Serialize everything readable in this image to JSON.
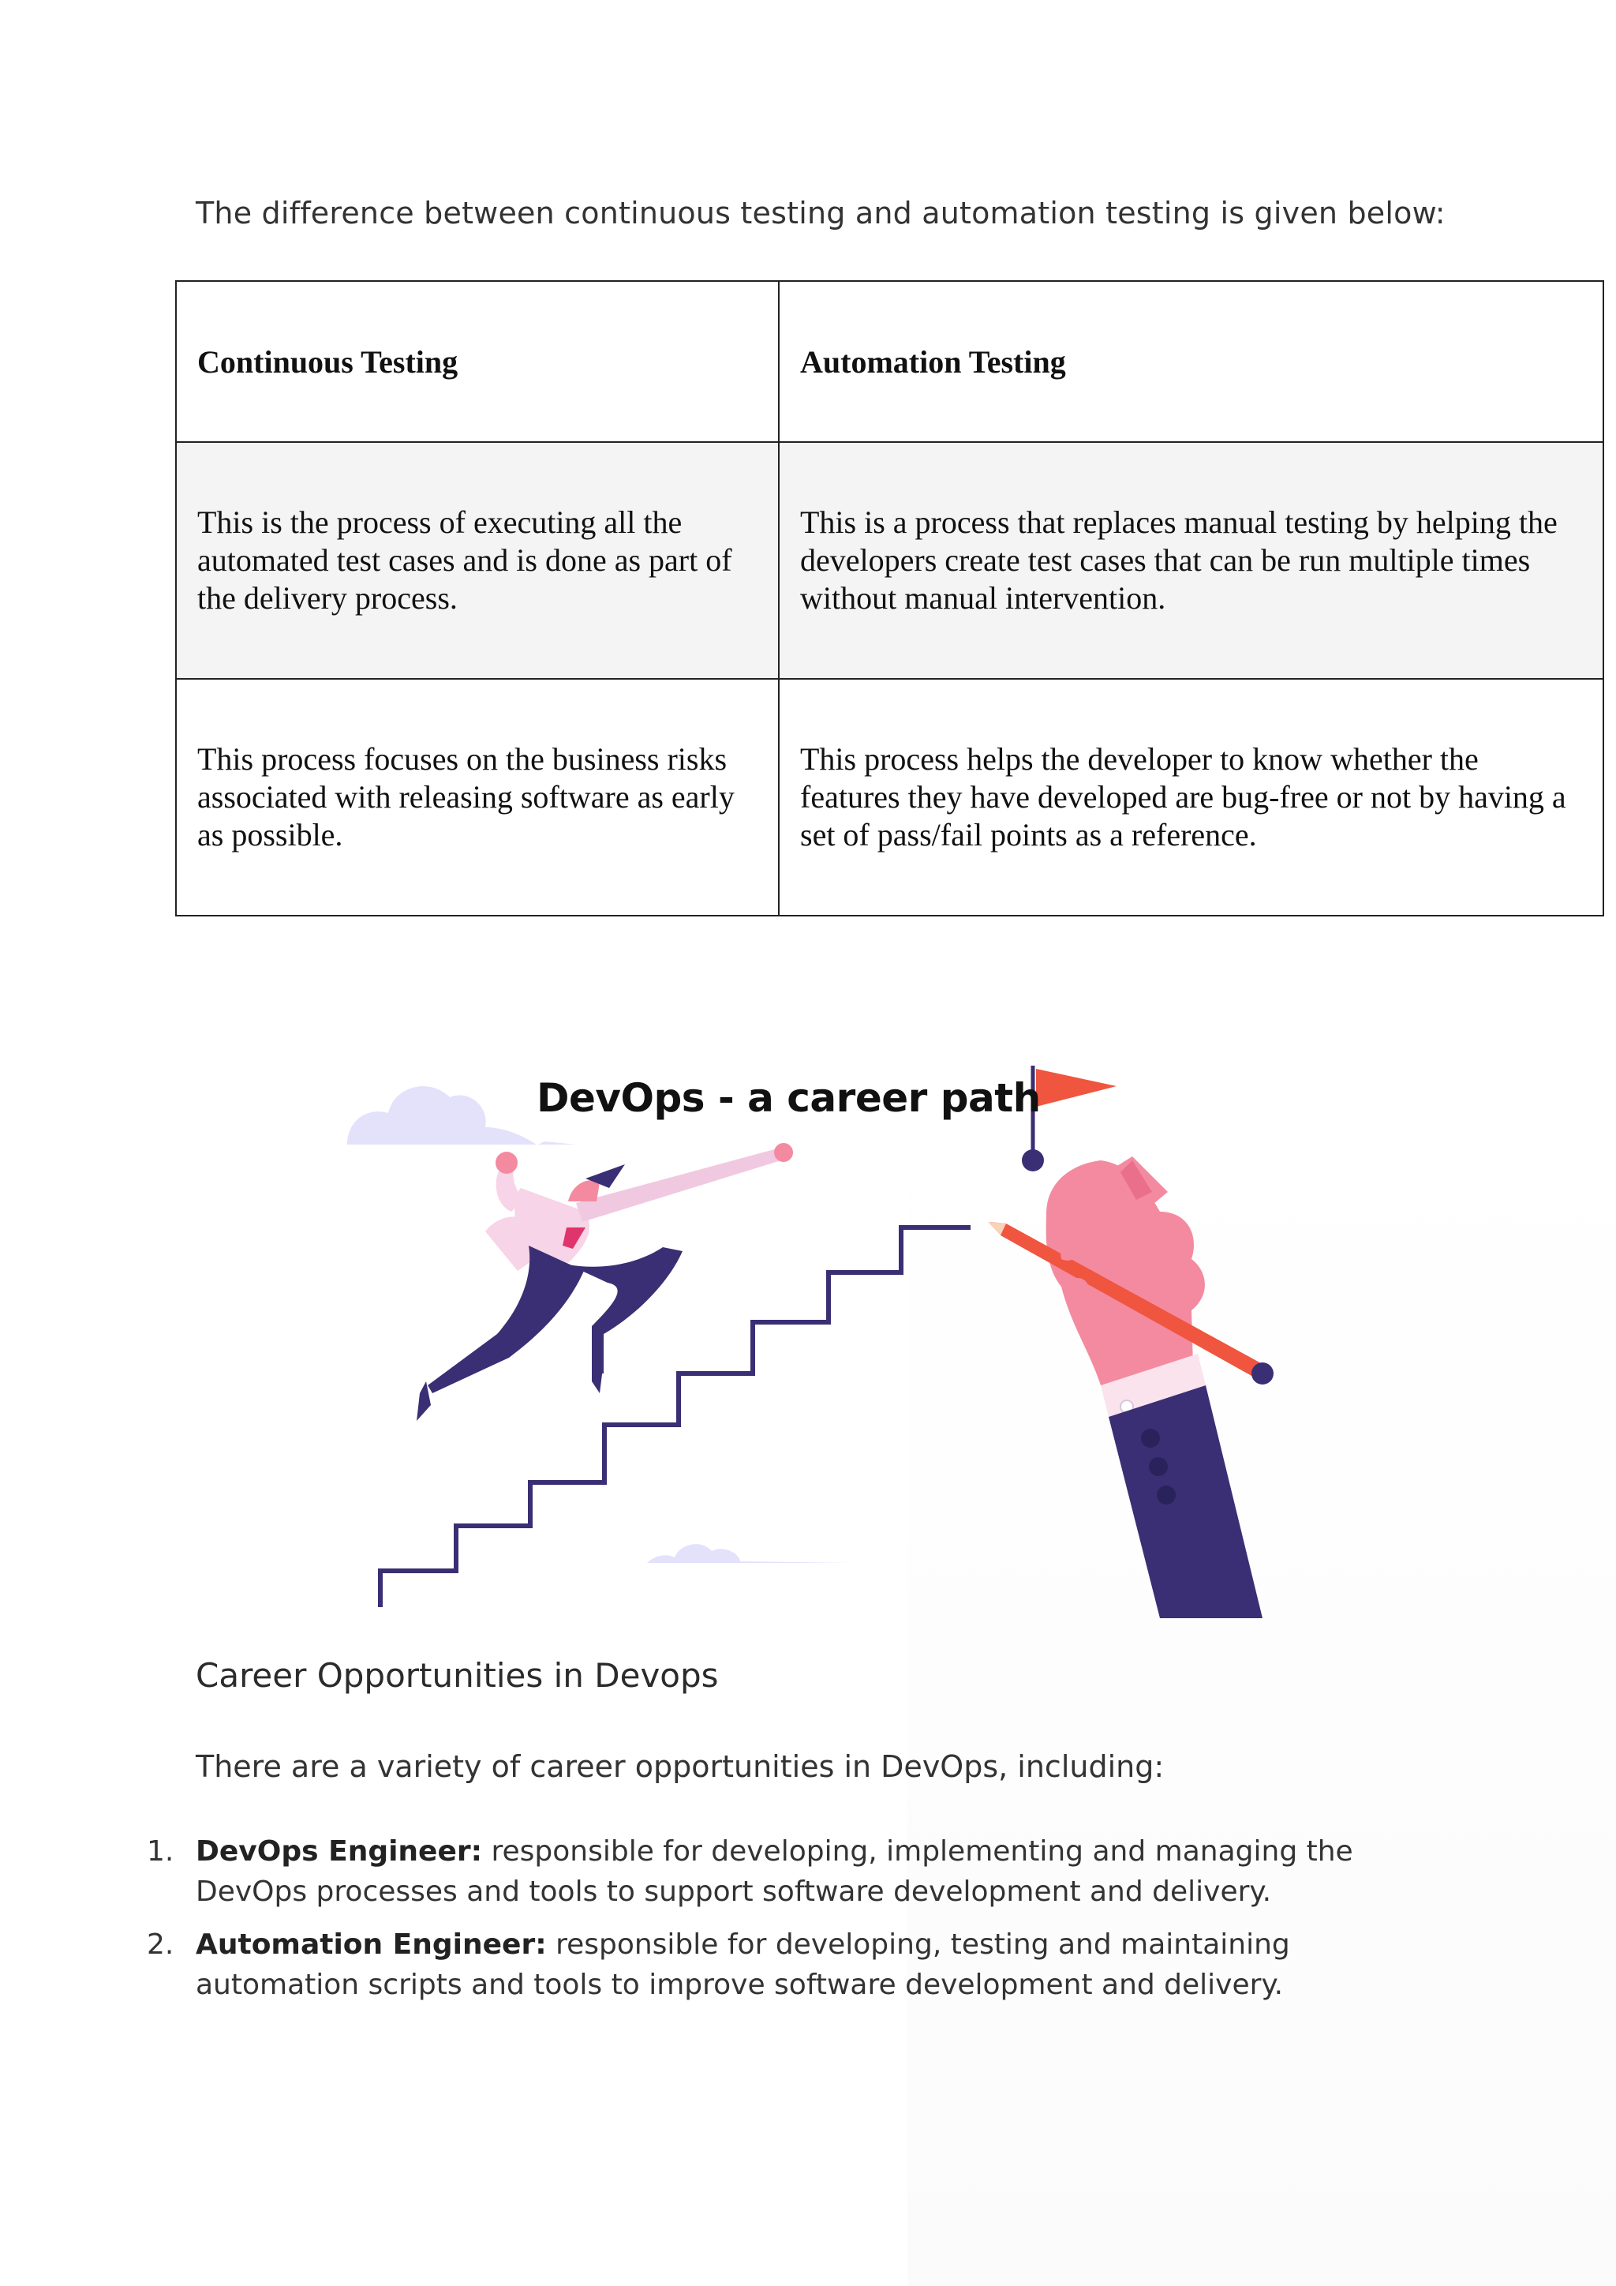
{
  "intro": "The difference between continuous testing and automation testing is given below:",
  "table": {
    "headers": [
      "Continuous Testing",
      "Automation Testing"
    ],
    "rows": [
      [
        "This is the process of executing all the automated test cases and is done as part of the delivery process.",
        "This is a process that replaces manual testing by helping the developers create test cases that can be run multiple times without manual intervention."
      ],
      [
        "This process focuses on the business risks associated with releasing software as early as possible.",
        "This process helps the developer to know whether the features they have developed are bug-free or not by having a set of pass/fail points as a reference."
      ]
    ]
  },
  "illustration": {
    "title": "DevOps - a career path",
    "colors": {
      "navy": "#3a2f74",
      "accent": "#f0553f",
      "pink": "#f48aa0",
      "cloud": "#e4e1fb"
    }
  },
  "section": {
    "heading": "Career Opportunities in Devops",
    "lead": "There are a variety of career opportunities in DevOps, including:",
    "items": [
      {
        "number": "1.",
        "term": "DevOps Engineer:",
        "desc": " responsible for developing, implementing and managing the DevOps processes and tools to support software development and delivery."
      },
      {
        "number": "2.",
        "term": "Automation Engineer:",
        "desc": " responsible for developing, testing and maintaining automation scripts and tools to improve software development and delivery."
      }
    ]
  }
}
